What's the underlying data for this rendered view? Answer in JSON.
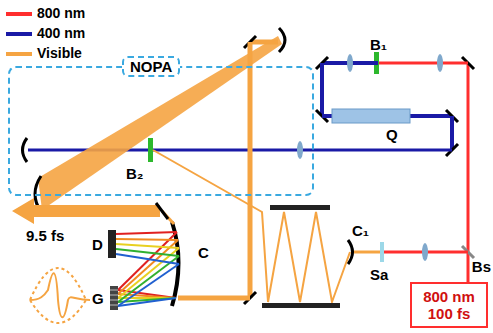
{
  "diagram": {
    "nodes": [
      {
        "text": [
          "NOPA"
        ]
      },
      {
        "text": [
          "800 nm 100 fs"
        ]
      }
    ],
    "labels": [
      "B₁",
      "Q",
      "B₂",
      "C",
      "C₁",
      "Sa",
      "Bs",
      "D",
      "G",
      "9.5 fs"
    ],
    "legend": [
      {
        "text": "800 nm",
        "color": "#ff2e2e"
      },
      {
        "text": "400 nm",
        "color": "#1a1aa6"
      },
      {
        "text": "Visible",
        "color": "#f5a442"
      }
    ]
  }
}
